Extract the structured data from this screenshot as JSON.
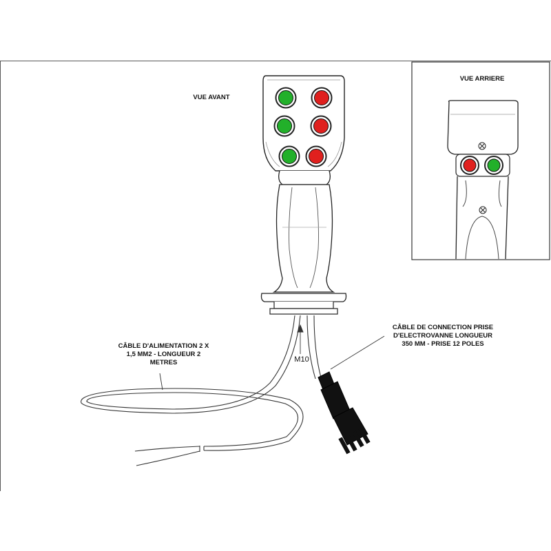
{
  "labels": {
    "front_view": "VUE AVANT",
    "rear_view": "VUE ARRIERE",
    "power_cable": [
      "CÂBLE D'ALIMENTATION 2 X",
      "1,5 MM2 - LONGUEUR 2",
      "METRES"
    ],
    "thread": "M10",
    "connection_cable": [
      "CÂBLE DE CONNECTION PRISE",
      "D'ELECTROVANNE LONGUEUR",
      "350 MM - PRISE 12 POLES"
    ]
  },
  "colors": {
    "button_green": "#22b02a",
    "button_red": "#e0201e",
    "connector": "#111111",
    "outline": "#222222"
  },
  "front_buttons": [
    "green",
    "red",
    "green",
    "red",
    "green",
    "red"
  ],
  "rear_buttons": [
    "red",
    "green"
  ]
}
